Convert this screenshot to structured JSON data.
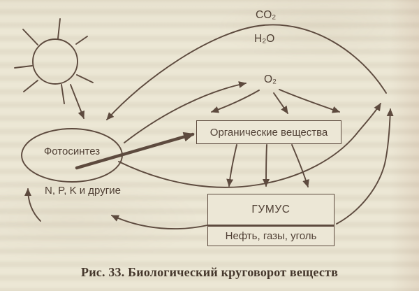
{
  "figure": {
    "type": "diagram",
    "caption": "Рис. 33. Биологический круговорот веществ",
    "labels": {
      "co2": "CO₂",
      "h2o": "H₂O",
      "o2": "O₂",
      "photosynthesis": "Фотосинтез",
      "npk": "N, P, K и другие",
      "organic_substances": "Органические вещества",
      "humus": "ГУМУС",
      "fossil_fuels": "Нефть, газы, уголь"
    },
    "icons": [
      "sun-icon"
    ],
    "edges": [
      {
        "from": "sun",
        "to": "photosynthesis"
      },
      {
        "from": "atmosphere-co2-h2o",
        "to": "photosynthesis"
      },
      {
        "from": "photosynthesis",
        "to": "o2"
      },
      {
        "from": "o2",
        "to": "photosynthesis"
      },
      {
        "from": "o2",
        "to": "organic-substances-top"
      },
      {
        "from": "o2",
        "to": "organic-substances-top-right"
      },
      {
        "from": "photosynthesis",
        "to": "organic-substances",
        "weight": "thick"
      },
      {
        "from": "organic-substances",
        "to": "humus",
        "count": 3
      },
      {
        "from": "photosynthesis-organic",
        "to": "atmosphere-co2-h2o"
      },
      {
        "from": "fossil-fuels",
        "to": "atmosphere-co2-h2o"
      },
      {
        "from": "humus",
        "to": "npk"
      },
      {
        "from": "npk",
        "to": "photosynthesis"
      }
    ],
    "colors": {
      "ink": "#5d4a3e",
      "paper": "#ece7d5",
      "caption_ink": "#45372c"
    }
  }
}
